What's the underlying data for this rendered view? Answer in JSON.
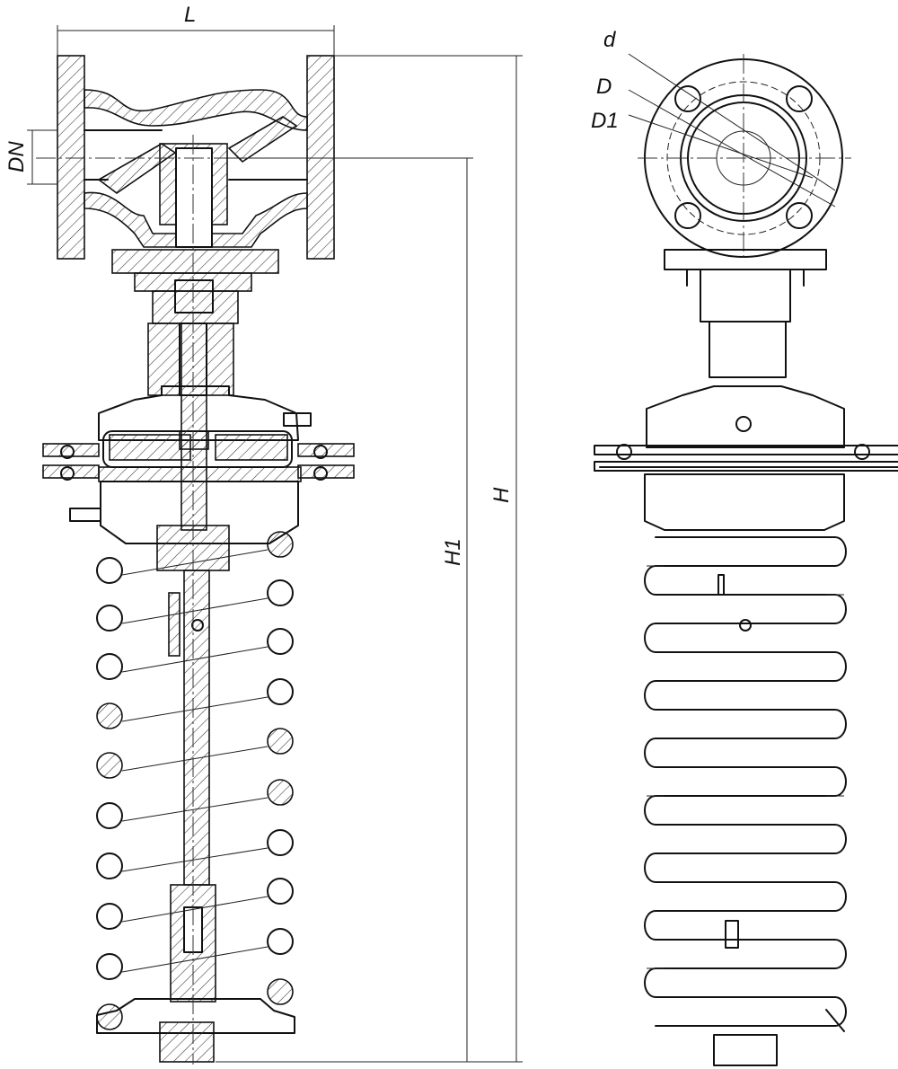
{
  "labels": {
    "length": "L",
    "nominal_diameter": "DN",
    "height": "H",
    "height_1": "H1",
    "bolt_hole_diameter": "d",
    "flange_outer_diameter": "D",
    "bolt_circle_diameter": "D1"
  },
  "colors": {
    "ink": "#111111",
    "paper": "#ffffff"
  }
}
